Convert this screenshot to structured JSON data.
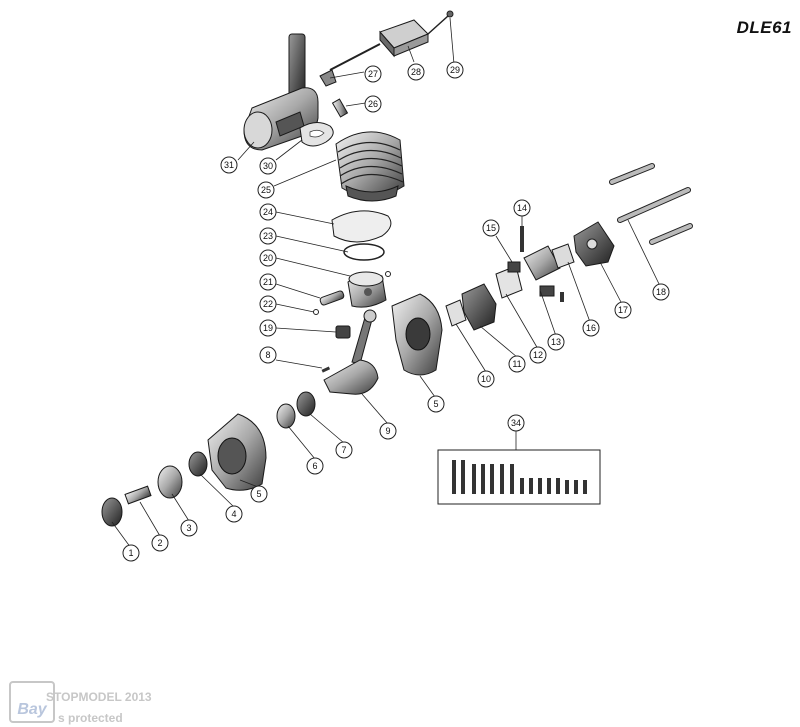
{
  "title": "DLE61",
  "watermark": {
    "line1": "STOPMODEL 2013",
    "line2": "s protected",
    "logo_text": "Bay"
  },
  "colors": {
    "ink": "#1a1a1a",
    "part_dark": "#3a3a3a",
    "part_mid": "#8a8a8a",
    "part_light": "#d4d4d4",
    "watermark": "#c7c7c7"
  },
  "callouts": [
    {
      "id": "1",
      "label": "1"
    },
    {
      "id": "2",
      "label": "2"
    },
    {
      "id": "3",
      "label": "3"
    },
    {
      "id": "4",
      "label": "4"
    },
    {
      "id": "5a",
      "label": "5"
    },
    {
      "id": "6",
      "label": "6"
    },
    {
      "id": "7",
      "label": "7"
    },
    {
      "id": "8",
      "label": "8"
    },
    {
      "id": "9",
      "label": "9"
    },
    {
      "id": "5b",
      "label": "5"
    },
    {
      "id": "10",
      "label": "10"
    },
    {
      "id": "11",
      "label": "11"
    },
    {
      "id": "12",
      "label": "12"
    },
    {
      "id": "13",
      "label": "13"
    },
    {
      "id": "14",
      "label": "14"
    },
    {
      "id": "15",
      "label": "15"
    },
    {
      "id": "16",
      "label": "16"
    },
    {
      "id": "17",
      "label": "17"
    },
    {
      "id": "18",
      "label": "18"
    },
    {
      "id": "19",
      "label": "19"
    },
    {
      "id": "20",
      "label": "20"
    },
    {
      "id": "21",
      "label": "21"
    },
    {
      "id": "22",
      "label": "22"
    },
    {
      "id": "23",
      "label": "23"
    },
    {
      "id": "24",
      "label": "24"
    },
    {
      "id": "25",
      "label": "25"
    },
    {
      "id": "26",
      "label": "26"
    },
    {
      "id": "27",
      "label": "27"
    },
    {
      "id": "28",
      "label": "28"
    },
    {
      "id": "29",
      "label": "29"
    },
    {
      "id": "30",
      "label": "30"
    },
    {
      "id": "31",
      "label": "31"
    },
    {
      "id": "34",
      "label": "34"
    }
  ]
}
